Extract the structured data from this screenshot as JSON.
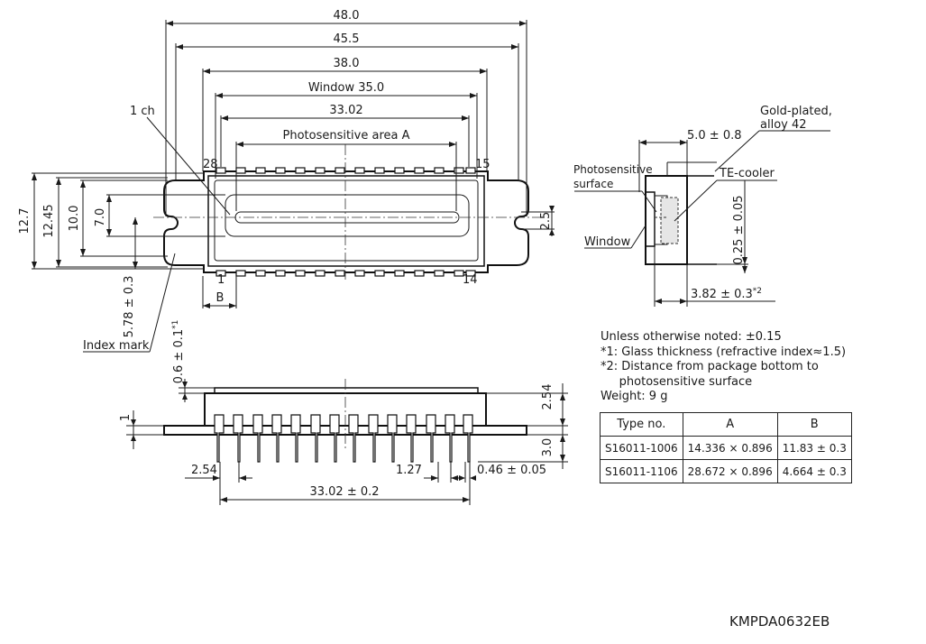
{
  "dims": {
    "d_48": "48.0",
    "d_45_5": "45.5",
    "d_38": "38.0",
    "d_window": "Window 35.0",
    "d_33_02": "33.02",
    "d_area": "Photosensitive area A",
    "d_12_7": "12.7",
    "d_12_45": "12.45",
    "d_10": "10.0",
    "d_7": "7.0",
    "d_2_5": "2.5",
    "d_5_78": "5.78 ± 0.3",
    "d_b": "B",
    "d_0_6": "0.6 ± 0.1",
    "d_0_6_note": "*1",
    "d_1": "1",
    "d_2_54_side": "2.54",
    "d_3_0": "3.0",
    "d_2_54_pitch": "2.54",
    "d_1_27": "1.27",
    "d_0_46": "0.46 ± 0.05",
    "d_33_02_pins": "33.02 ± 0.2",
    "d_5_0": "5.0 ± 0.8",
    "d_0_25": "0.25 ± 0.05",
    "d_3_82": "3.82 ± 0.3",
    "d_3_82_note": "*2"
  },
  "labels": {
    "ch1": "1 ch",
    "index_mark": "Index mark",
    "pin28": "28",
    "pin15": "15",
    "pin1": "1",
    "pin14": "14",
    "gold_line1": "Gold-plated,",
    "gold_line2": "alloy 42",
    "photo_line1": "Photosensitive",
    "photo_line2": "surface",
    "te_cooler": "TE-cooler",
    "window": "Window"
  },
  "notes": [
    "Unless otherwise noted: ±0.15",
    "*1: Glass thickness (refractive index≈1.5)",
    "*2: Distance from package bottom to",
    "     photosensitive surface",
    "Weight: 9 g"
  ],
  "table": {
    "headers": [
      "Type no.",
      "A",
      "B"
    ],
    "rows": [
      [
        "S16011-1006",
        "14.336 × 0.896",
        "11.83 ± 0.3"
      ],
      [
        "S16011-1106",
        "28.672 × 0.896",
        "4.664 ± 0.3"
      ]
    ]
  },
  "doc_number": "KMPDA0632EB"
}
